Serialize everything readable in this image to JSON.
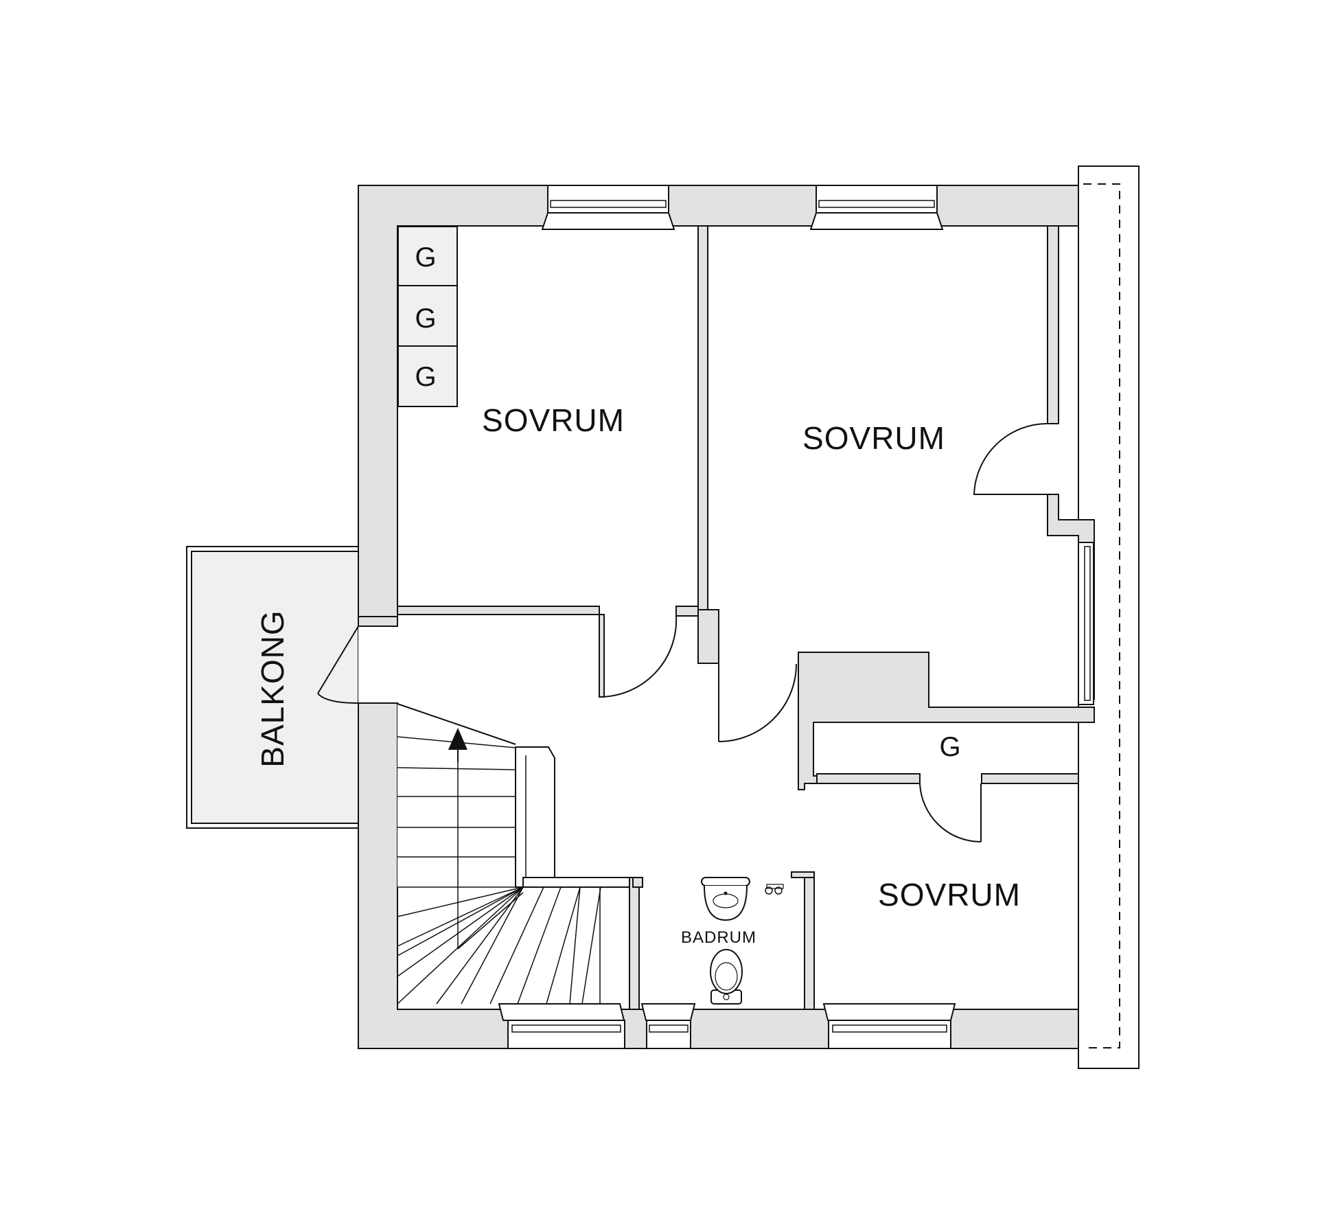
{
  "plan": {
    "rooms": {
      "bedroom_top_left": "SOVRUM",
      "bedroom_top_right": "SOVRUM",
      "bedroom_bottom_right": "SOVRUM",
      "bathroom": "BADRUM",
      "balcony": "BALKONG"
    },
    "closets": [
      "G",
      "G",
      "G",
      "G"
    ],
    "colors": {
      "wall_fill": "#e2e2e2",
      "balcony_fill": "#f0f0f0",
      "line": "#111111"
    }
  }
}
